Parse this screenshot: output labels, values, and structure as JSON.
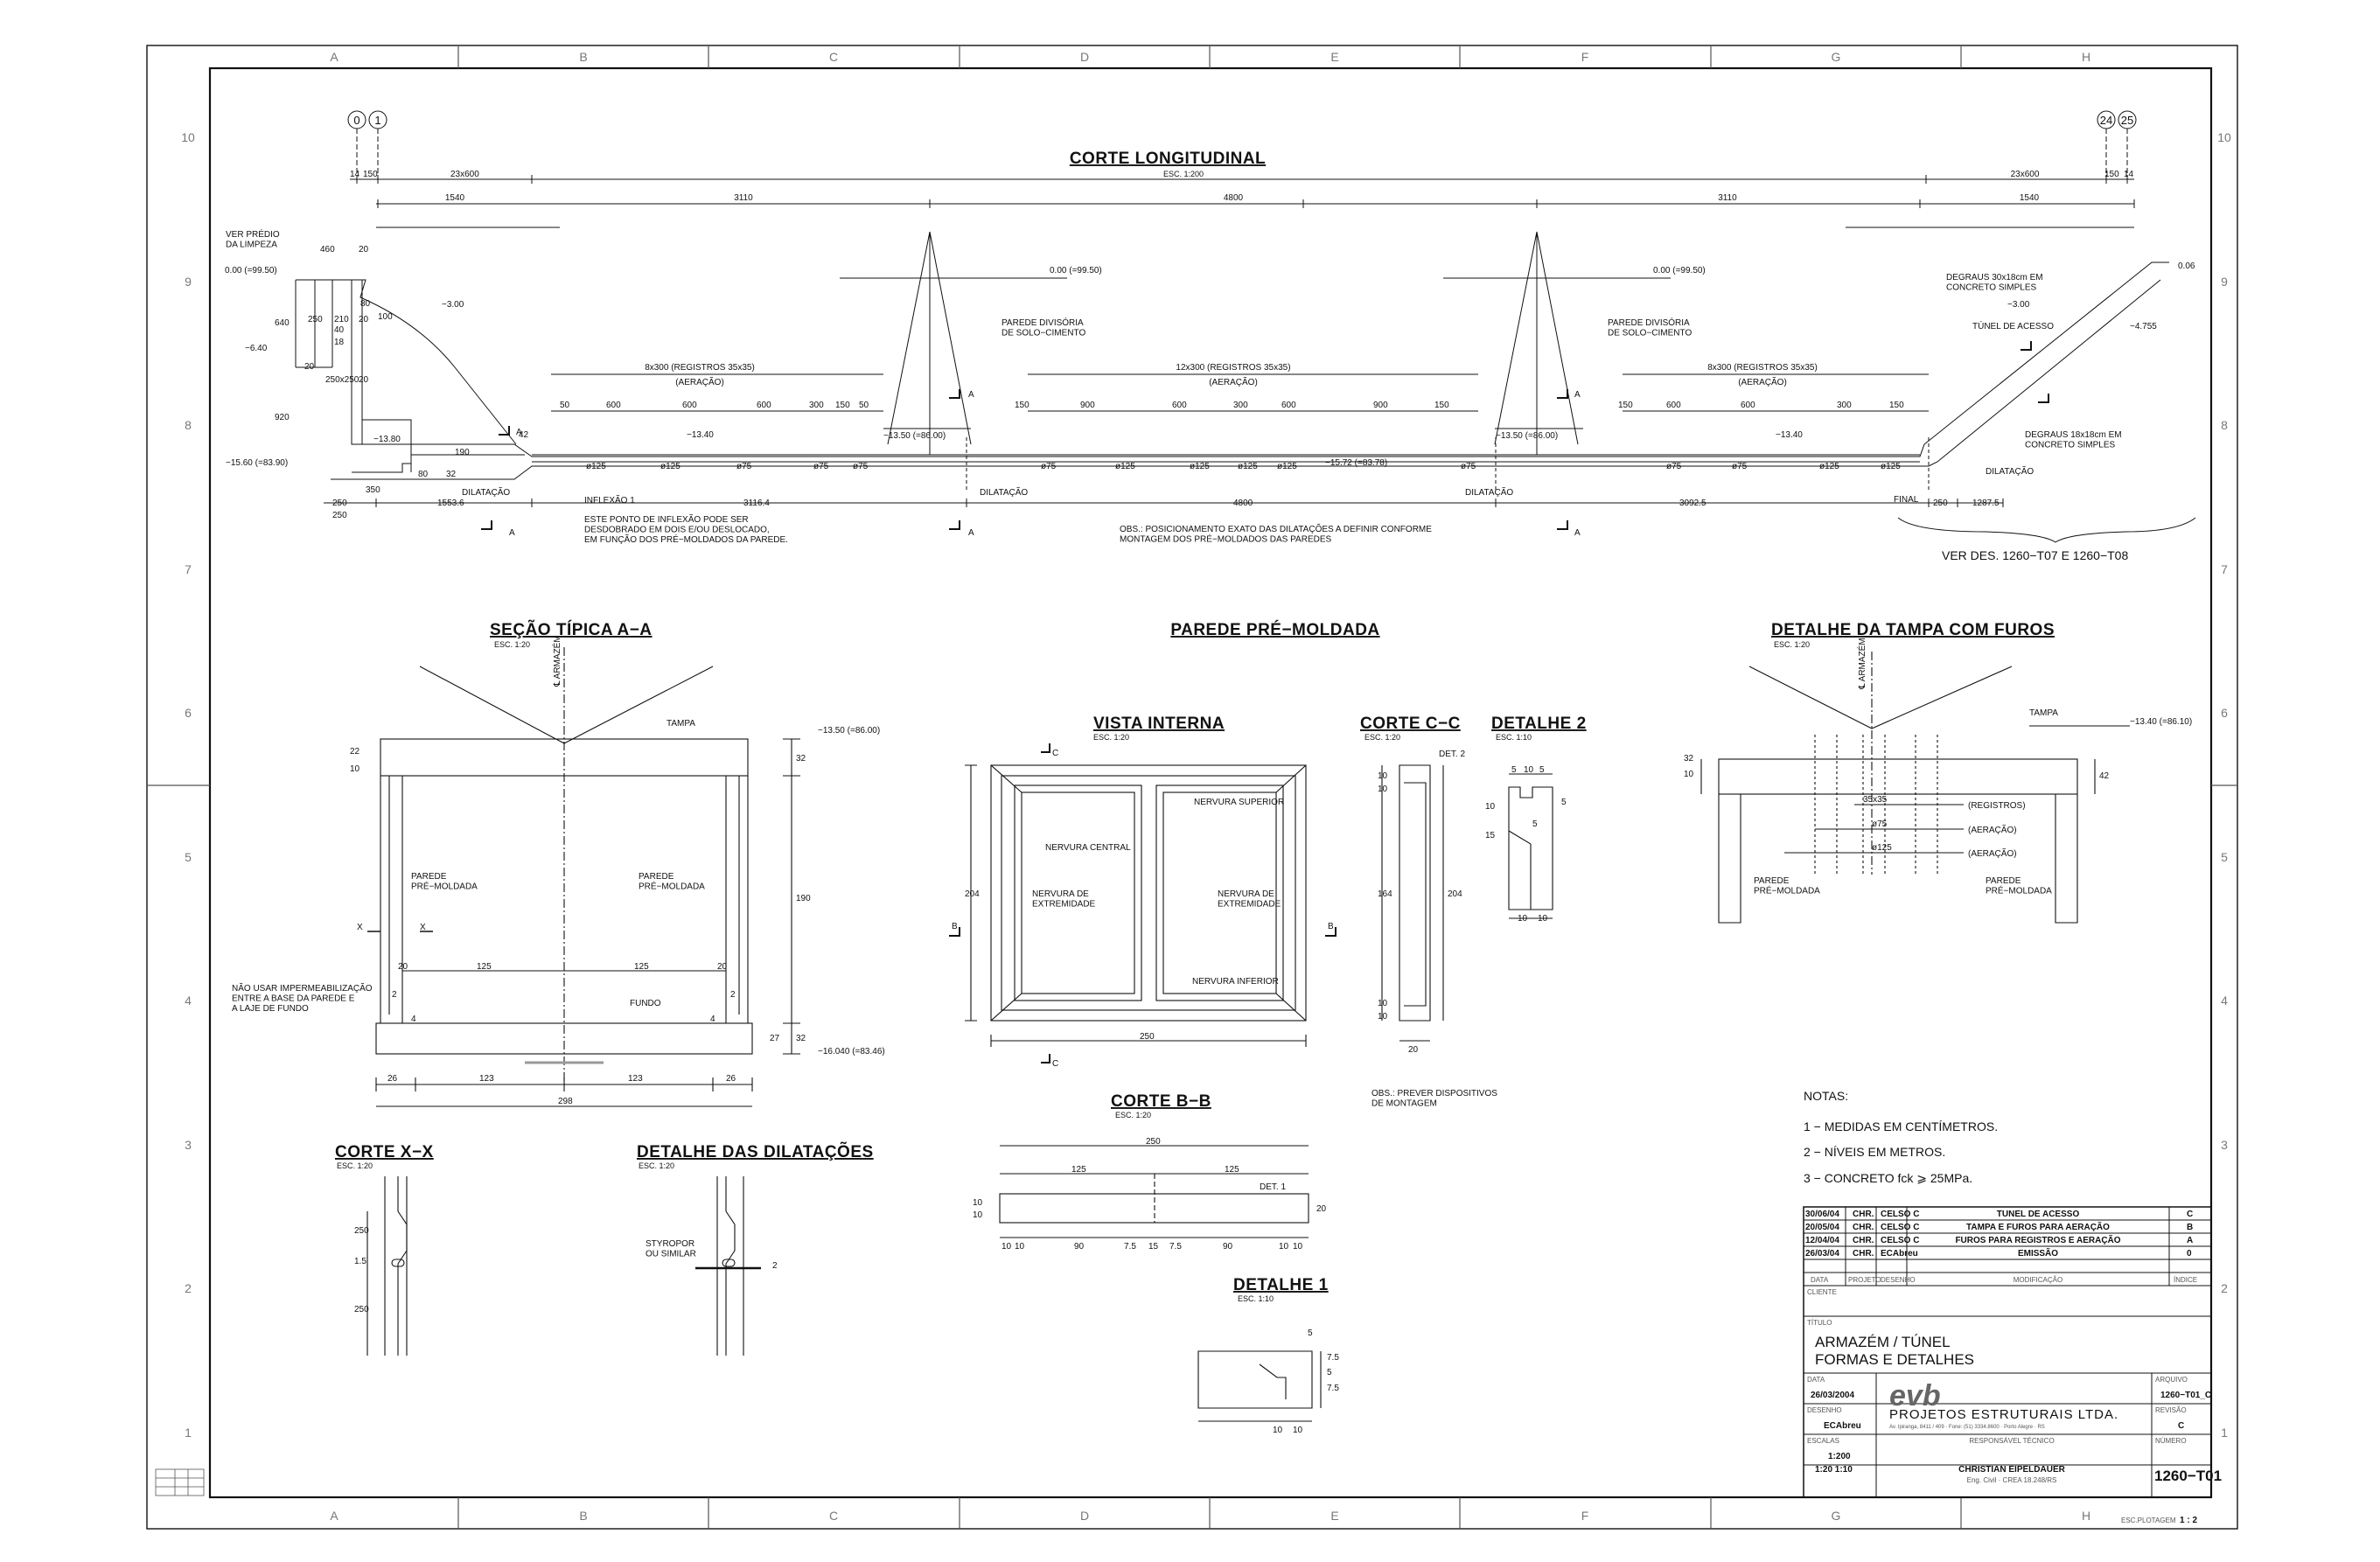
{
  "grid": {
    "cols": [
      "A",
      "B",
      "C",
      "D",
      "E",
      "F",
      "G",
      "H"
    ],
    "rows": [
      "10",
      "9",
      "8",
      "7",
      "6",
      "5",
      "4",
      "3",
      "2",
      "1"
    ]
  },
  "longitudinal": {
    "title": "CORTE LONGITUDINAL",
    "scale": "ESC. 1:200",
    "bubbles_left": [
      "0",
      "1"
    ],
    "bubbles_right": [
      "24",
      "25"
    ],
    "dims_top": [
      "14",
      "150",
      "23x600",
      "1540",
      "3110",
      "4800",
      "3110",
      "1540",
      "23x600",
      "150",
      "14"
    ],
    "dims_bottom": [
      "250",
      "1553.6",
      "3116.4",
      "4800",
      "3092.5",
      "250",
      "1287.5"
    ],
    "aeracao_groups": [
      {
        "text": "8x300 (REGISTROS 35x35)",
        "sub": "(AERAÇÃO)"
      },
      {
        "text": "12x300 (REGISTROS 35x35)",
        "sub": "(AERAÇÃO)"
      },
      {
        "text": "8x300 (REGISTROS 35x35)",
        "sub": "(AERAÇÃO)"
      }
    ],
    "spacings_left": [
      "50",
      "600",
      "600",
      "600",
      "300",
      "150",
      "50"
    ],
    "spacings_mid": [
      "150",
      "900",
      "600",
      "300",
      "600",
      "900",
      "150"
    ],
    "spacings_right": [
      "150",
      "600",
      "600",
      "300",
      "150"
    ],
    "levels": [
      "0.00 (=99.50)",
      "0.00 (=99.50)",
      "0.00 (=99.50)",
      "−6.40",
      "−15.60 (=83.90)",
      "−13.80",
      "−3.00",
      "−13.40",
      "−13.50 (=86.00)",
      "−15.72 (=83.78)",
      "−13.50 (=86.00)",
      "−13.40",
      "−3.00",
      "−4.755",
      "0.06"
    ],
    "pipes": [
      "ø125",
      "ø125",
      "ø75",
      "ø75",
      "ø75",
      "ø75",
      "ø125",
      "ø125",
      "ø125",
      "ø125",
      "ø75",
      "ø75",
      "ø75",
      "ø125",
      "ø125"
    ],
    "labels": {
      "ver_predio": "VER PRÉDIO\nDA LIMPEZA",
      "parede_divisoria": "PAREDE DIVISÓRIA\nDE SOLO−CIMENTO",
      "dilatacao": "DILATAÇÃO",
      "inflexao": "INFLEXÃO 1",
      "final": "FINAL",
      "tunel": "TÚNEL DE ACESSO",
      "degraus1": "DEGRAUS 30x18cm EM\nCONCRETO SIMPLES",
      "degraus2": "DEGRAUS 18x18cm EM\nCONCRETO SIMPLES",
      "ponto_inflexao": "ESTE PONTO DE INFLEXÃO PODE SER\nDESDOBRADO EM DOIS E/OU DESLOCADO,\nEM FUNÇÃO DOS PRÉ−MOLDADOS DA PAREDE.",
      "obs": "OBS.: POSICIONAMENTO EXATO DAS DILATAÇÕES A DEFINIR CONFORME\nMONTAGEM DOS PRÉ−MOLDADOS DAS PAREDES",
      "ver_des": "VER DES. 1260−T07 E 1260−T08",
      "cut_marker": "A"
    },
    "left_dims": [
      "460",
      "20",
      "250",
      "210",
      "20",
      "80",
      "100",
      "40",
      "18",
      "640",
      "20",
      "920",
      "250x250",
      "20",
      "350",
      "80",
      "32",
      "190",
      "42",
      "250"
    ]
  },
  "secao": {
    "title": "SEÇÃO TÍPICA A−A",
    "scale": "ESC. 1:20",
    "axis": "℄ ARMAZÉM",
    "tampa": "TAMPA",
    "level_top": "−13.50 (=86.00)",
    "level_bot": "−16.040 (=83.46)",
    "parede": "PAREDE\nPRÉ−MOLDADA",
    "fundo": "FUNDO",
    "nao_usar": "NÃO USAR IMPERMEABILIZAÇÃO\nENTRE A BASE DA PAREDE E\nA LAJE DE FUNDO",
    "dims": [
      "10",
      "22",
      "32",
      "190",
      "20",
      "125",
      "125",
      "20",
      "2",
      "4",
      "4",
      "2",
      "27",
      "32",
      "26",
      "123",
      "123",
      "26",
      "298"
    ],
    "cut_x": "X"
  },
  "parede_title": "PAREDE PRÉ−MOLDADA",
  "vista": {
    "title": "VISTA INTERNA",
    "scale": "ESC. 1:20",
    "nervura_superior": "NERVURA SUPERIOR",
    "nervura_central": "NERVURA CENTRAL",
    "nervura_extremidade": "NERVURA DE\nEXTREMIDADE",
    "nervura_inferior": "NERVURA INFERIOR",
    "dim_h": "204",
    "dim_w": "250",
    "cut_c": "C",
    "cut_b": "B"
  },
  "corte_cc": {
    "title": "CORTE C−C",
    "scale": "ESC. 1:20",
    "det": "DET. 2",
    "dims": [
      "10",
      "10",
      "164",
      "10",
      "10",
      "204",
      "20"
    ]
  },
  "detalhe2": {
    "title": "DETALHE 2",
    "scale": "ESC. 1:10",
    "dims": [
      "5",
      "10",
      "5",
      "5",
      "10",
      "15",
      "5",
      "10",
      "10"
    ]
  },
  "corte_bb": {
    "title": "CORTE B−B",
    "scale": "ESC. 1:20",
    "det": "DET. 1",
    "dims": [
      "250",
      "125",
      "125",
      "10",
      "10",
      "20",
      "10",
      "10",
      "90",
      "7.5",
      "15",
      "7.5",
      "90",
      "10",
      "10"
    ]
  },
  "obs_montagem": "OBS.: PREVER DISPOSITIVOS\nDE MONTAGEM",
  "detalhe1": {
    "title": "DETALHE 1",
    "scale": "ESC. 1:10",
    "dims": [
      "5",
      "7.5",
      "5",
      "7.5",
      "10",
      "10"
    ]
  },
  "corte_xx": {
    "title": "CORTE X−X",
    "scale": "ESC. 1:20",
    "dims": [
      "250",
      "1.5",
      "250"
    ]
  },
  "dilatacoes": {
    "title": "DETALHE DAS DILATAÇÕES",
    "scale": "ESC. 1:20",
    "styropor": "STYROPOR\nOU SIMILAR",
    "dim": "2"
  },
  "tampa": {
    "title": "DETALHE DA TAMPA COM FUROS",
    "scale": "ESC. 1:20",
    "axis": "℄ ARMAZÉM",
    "tampa": "TAMPA",
    "level": "−13.40 (=86.10)",
    "dims": [
      "10",
      "32",
      "42"
    ],
    "registros": "35x35",
    "registros_label": "(REGISTROS)",
    "aer75": "ø75",
    "aer125": "ø125",
    "aeracao": "(AERAÇÃO)",
    "parede": "PAREDE\nPRÉ−MOLDADA"
  },
  "notes": {
    "title": "NOTAS:",
    "items": [
      "1 − MEDIDAS EM CENTÍMETROS.",
      "2 − NÍVEIS EM METROS.",
      "3 − CONCRETO fck ⩾ 25MPa."
    ]
  },
  "revisions": {
    "rows": [
      [
        "30/06/04",
        "CHR.",
        "CELSO C",
        "TUNEL DE ACESSO",
        "C"
      ],
      [
        "20/05/04",
        "CHR.",
        "CELSO C",
        "TAMPA E FUROS PARA AERAÇÃO",
        "B"
      ],
      [
        "12/04/04",
        "CHR.",
        "CELSO C",
        "FUROS PARA REGISTROS E AERAÇÃO",
        "A"
      ],
      [
        "26/03/04",
        "CHR.",
        "ECAbreu",
        "EMISSÃO",
        "0"
      ]
    ],
    "headers": [
      "DATA",
      "PROJETO",
      "DESENHO",
      "MODIFICAÇÃO",
      "ÍNDICE"
    ]
  },
  "titleblock": {
    "cliente_label": "CLIENTE",
    "titulo_label": "TÍTULO",
    "titulo1": "ARMAZÉM / TÚNEL",
    "titulo2": "FORMAS E DETALHES",
    "data_label": "DATA",
    "data": "26/03/2004",
    "desenho_label": "DESENHO",
    "desenho": "ECAbreu",
    "escalas_label": "ESCALAS",
    "escalas1": "1:200",
    "escalas2": "1:20   1:10",
    "logo": "evb",
    "company": "PROJETOS  ESTRUTURAIS  LTDA.",
    "address": "Av. Ipiranga, 8411 / 409 · Fone: (51) 3334.8600 · Porto Alegre · RS",
    "resp_label": "RESPONSÁVEL TÉCNICO",
    "resp_name": "CHRISTIAN EIPELDAUER",
    "resp_crea": "Eng. Civil  ·  CREA 18.248/RS",
    "arquivo_label": "ARQUIVO",
    "arquivo": "1260−T01_C",
    "revisao_label": "REVISÃO",
    "revisao": "C",
    "numero_label": "NÚMERO",
    "numero": "1260−T01"
  },
  "plot_scale_label": "ESC.PLOTAGEM",
  "plot_scale": "1 : 2"
}
